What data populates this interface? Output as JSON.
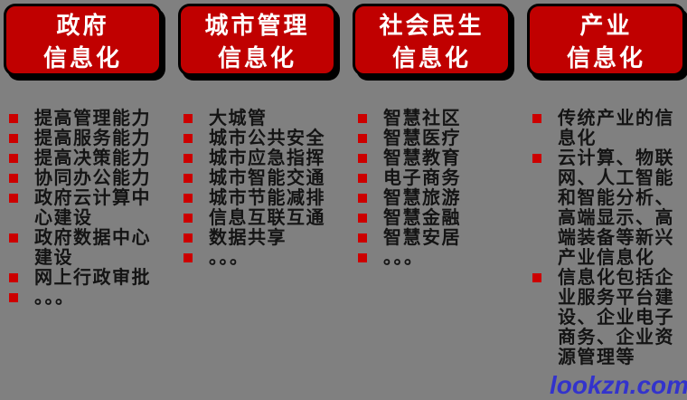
{
  "colors": {
    "page_bg": "#808080",
    "header_bg": "#c00000",
    "header_border": "#000000",
    "bullet": "#cc0000",
    "text": "#141414",
    "watermark": "#3333cc"
  },
  "watermark": {
    "text": "lookzn.com"
  },
  "columns": [
    {
      "id": "government",
      "header": "政府\n信息化",
      "items": [
        "提高管理能力",
        "提高服务能力",
        "提高决策能力",
        "协同办公能力",
        "政府云计算中\n心建设",
        "政府数据中心\n建设",
        "网上行政审批",
        "。。。"
      ]
    },
    {
      "id": "city-management",
      "header": "城市管理\n信息化",
      "items": [
        "大城管",
        "城市公共安全",
        "城市应急指挥",
        "城市智能交通",
        "城市节能减排",
        "信息互联互通",
        "数据共享",
        "。。。"
      ]
    },
    {
      "id": "social-livelihood",
      "header": "社会民生\n信息化",
      "items": [
        "智慧社区",
        "智慧医疗",
        "智慧教育",
        "电子商务",
        "智慧旅游",
        "智慧金融",
        "智慧安居",
        "。。。"
      ]
    },
    {
      "id": "industry",
      "header": "产业\n信息化",
      "items": [
        "传统产业的信\n息化",
        "云计算、物联\n网、人工智能\n和智能分析、\n高端显示、高\n端装备等新兴\n产业信息化",
        "信息化包括企\n业服务平台建\n设、企业电子\n商务、企业资\n源管理等"
      ]
    }
  ]
}
